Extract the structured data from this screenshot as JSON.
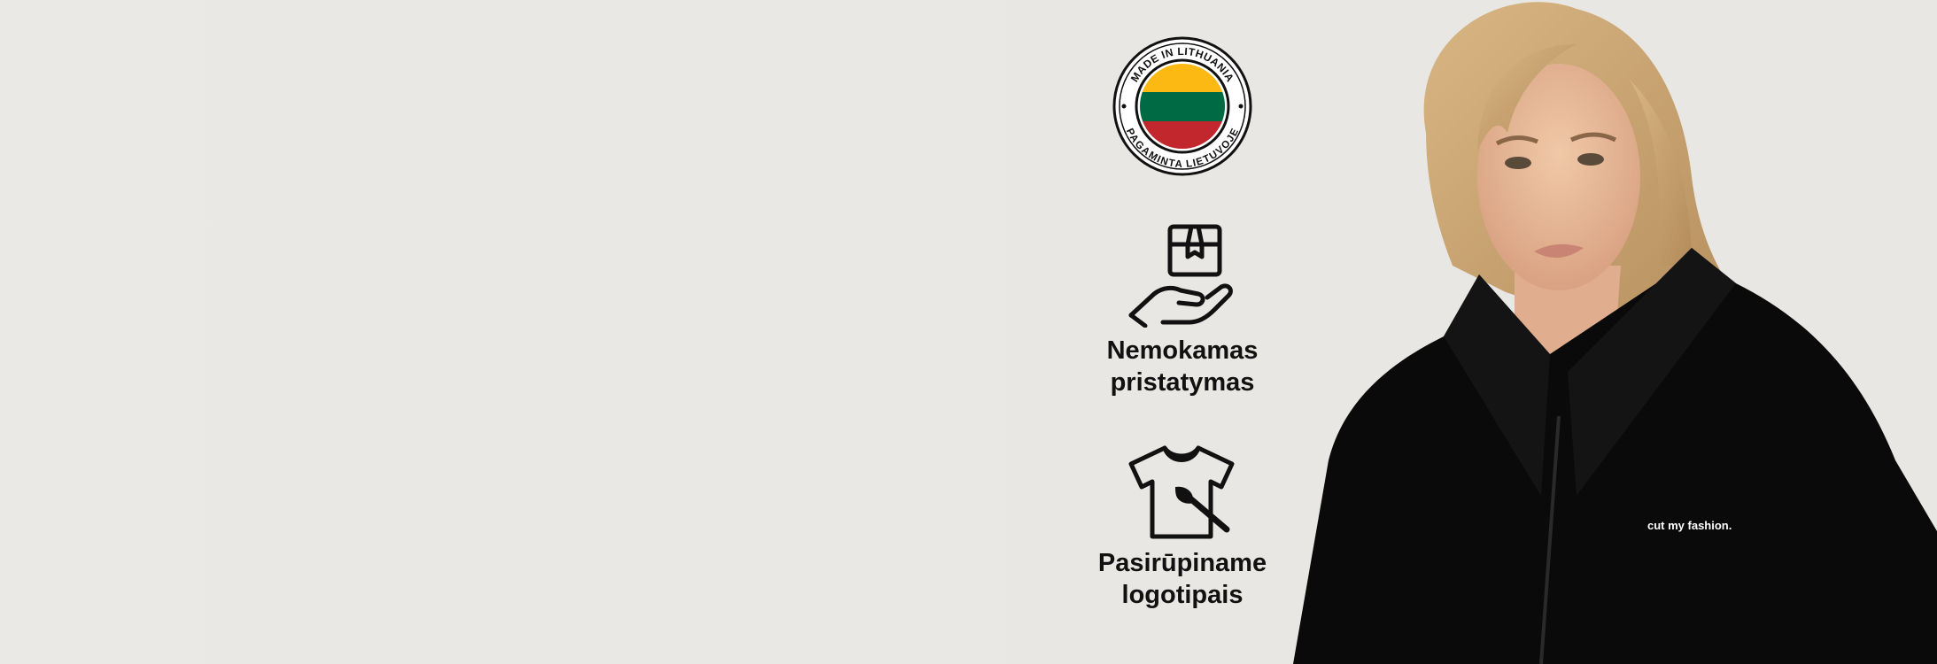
{
  "badge": {
    "top_text": "MADE IN LITHUANIA",
    "bottom_text": "PAGAMINTA LIETUVOJE",
    "flag_colors": [
      "#fdb913",
      "#006a44",
      "#c1272d"
    ]
  },
  "features": [
    {
      "icon": "delivery-box-hand-icon",
      "line1": "Nemokamas",
      "line2": "pristatymas"
    },
    {
      "icon": "tshirt-brush-icon",
      "line1": "Pasirūpiname",
      "line2": "logotipais"
    }
  ],
  "photo": {
    "chest_print": "cut my fashion.",
    "garment_color": "#0a0a0a"
  }
}
